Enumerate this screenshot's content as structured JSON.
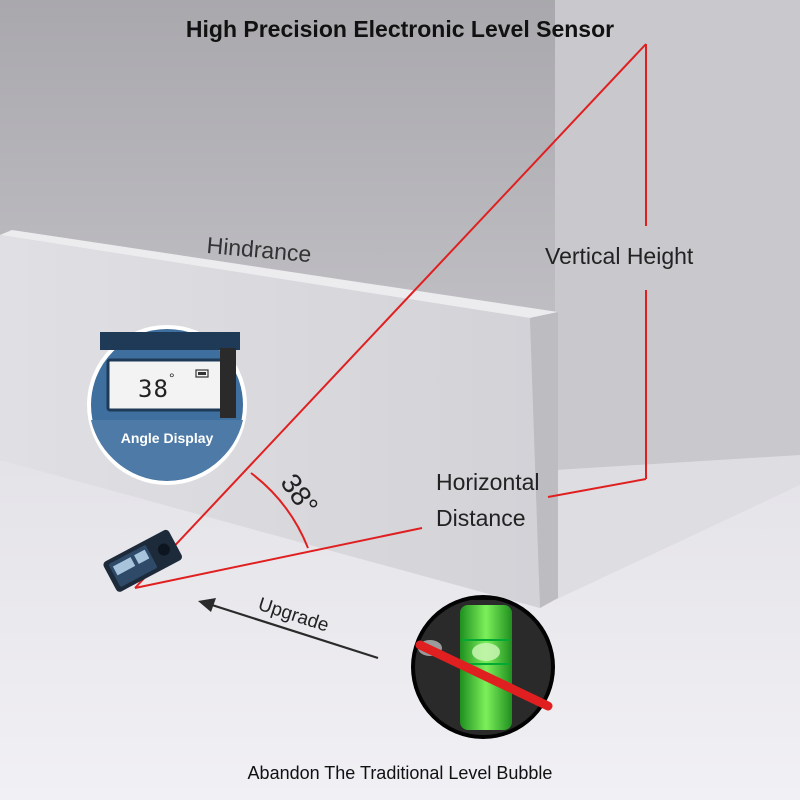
{
  "title": "High Precision Electronic Level Sensor",
  "labels": {
    "hindrance": "Hindrance",
    "vertical_height": "Vertical Height",
    "horizontal_distance_line1": "Horizontal",
    "horizontal_distance_line2": "Distance",
    "angle": "38°",
    "upgrade": "Upgrade",
    "abandon": "Abandon The Traditional Level Bubble"
  },
  "inset": {
    "lcd_value": "38",
    "lcd_degree": "°",
    "label": "Angle Display"
  },
  "colors": {
    "laser": "#e02020",
    "panel_blue": "#4d7aa6",
    "bubble_green": "#3fd23a",
    "wall": "#d6d6da",
    "floor": "#ecebef"
  }
}
